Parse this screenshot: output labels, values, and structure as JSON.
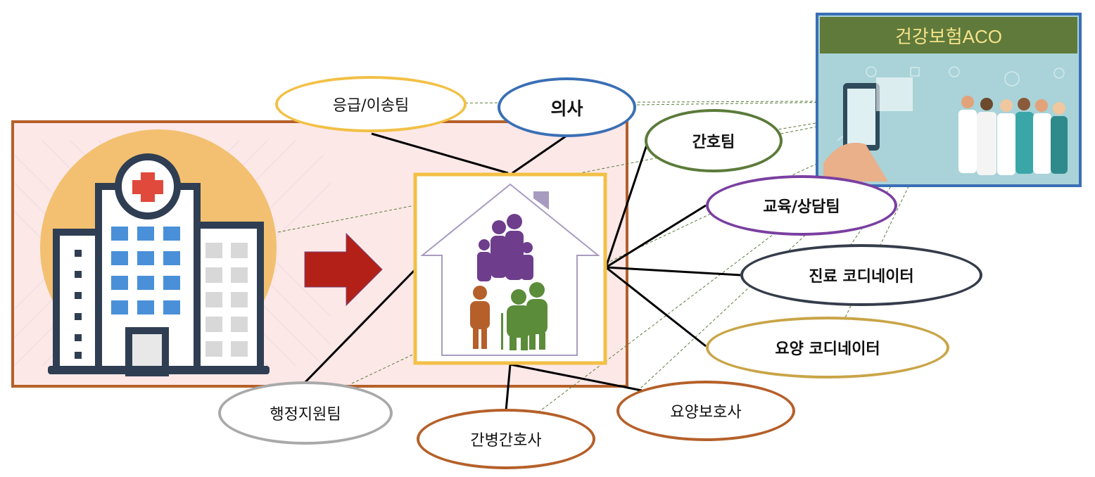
{
  "colors": {
    "hospital_frame": "#b5602a",
    "hospital_fill": "#fde8e8",
    "arrow": "#b22017",
    "house_frame": "#f2c046",
    "aco_frame": "#3a6fb5",
    "aco_header": "#5f7a3a",
    "aco_title_text": "#f6e28a"
  },
  "aco": {
    "title": "건강보험ACO"
  },
  "nodes": {
    "emergency": {
      "label": "응급/이송팀",
      "border": "#f2c046"
    },
    "doctor": {
      "label": "의사",
      "border": "#3a6fb5"
    },
    "nursing_team": {
      "label": "간호팀",
      "border": "#5b7b3a"
    },
    "education": {
      "label": "교육/상담팀",
      "border": "#7a3fa0"
    },
    "care_coordinator": {
      "label": "진료 코디네이터",
      "border": "#353c4a"
    },
    "nursing_care_coordinator": {
      "label": "요양 코디네이터",
      "border": "#c9a548"
    },
    "care_worker": {
      "label": "요양보호사",
      "border": "#b5602a"
    },
    "caregiver": {
      "label": "간병간호사",
      "border": "#b5602a"
    },
    "admin": {
      "label": "행정지원팀",
      "border": "#a9a9a9"
    }
  }
}
